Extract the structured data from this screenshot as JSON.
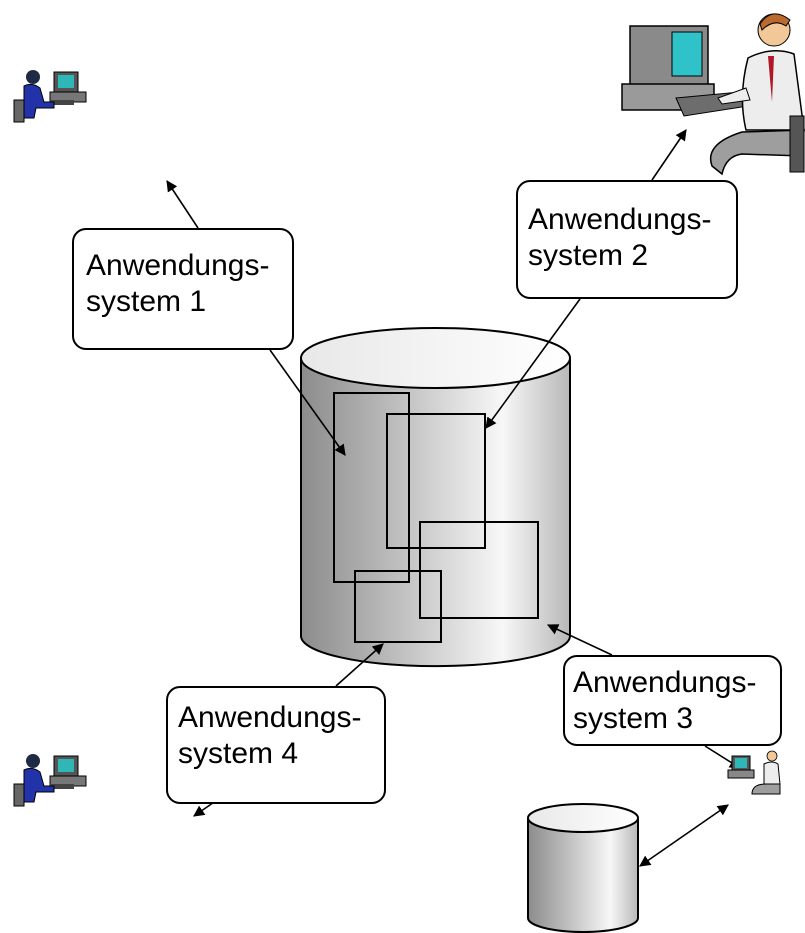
{
  "systems": [
    {
      "line1": "Anwendungs-",
      "line2": "system 1"
    },
    {
      "line1": "Anwendungs-",
      "line2": "system 2"
    },
    {
      "line1": "Anwendungs-",
      "line2": "system 3"
    },
    {
      "line1": "Anwendungs-",
      "line2": "system 4"
    }
  ],
  "icons": {
    "database": "database-icon",
    "small_database": "small-database-icon",
    "user_workstation": "user-at-computer-icon"
  }
}
